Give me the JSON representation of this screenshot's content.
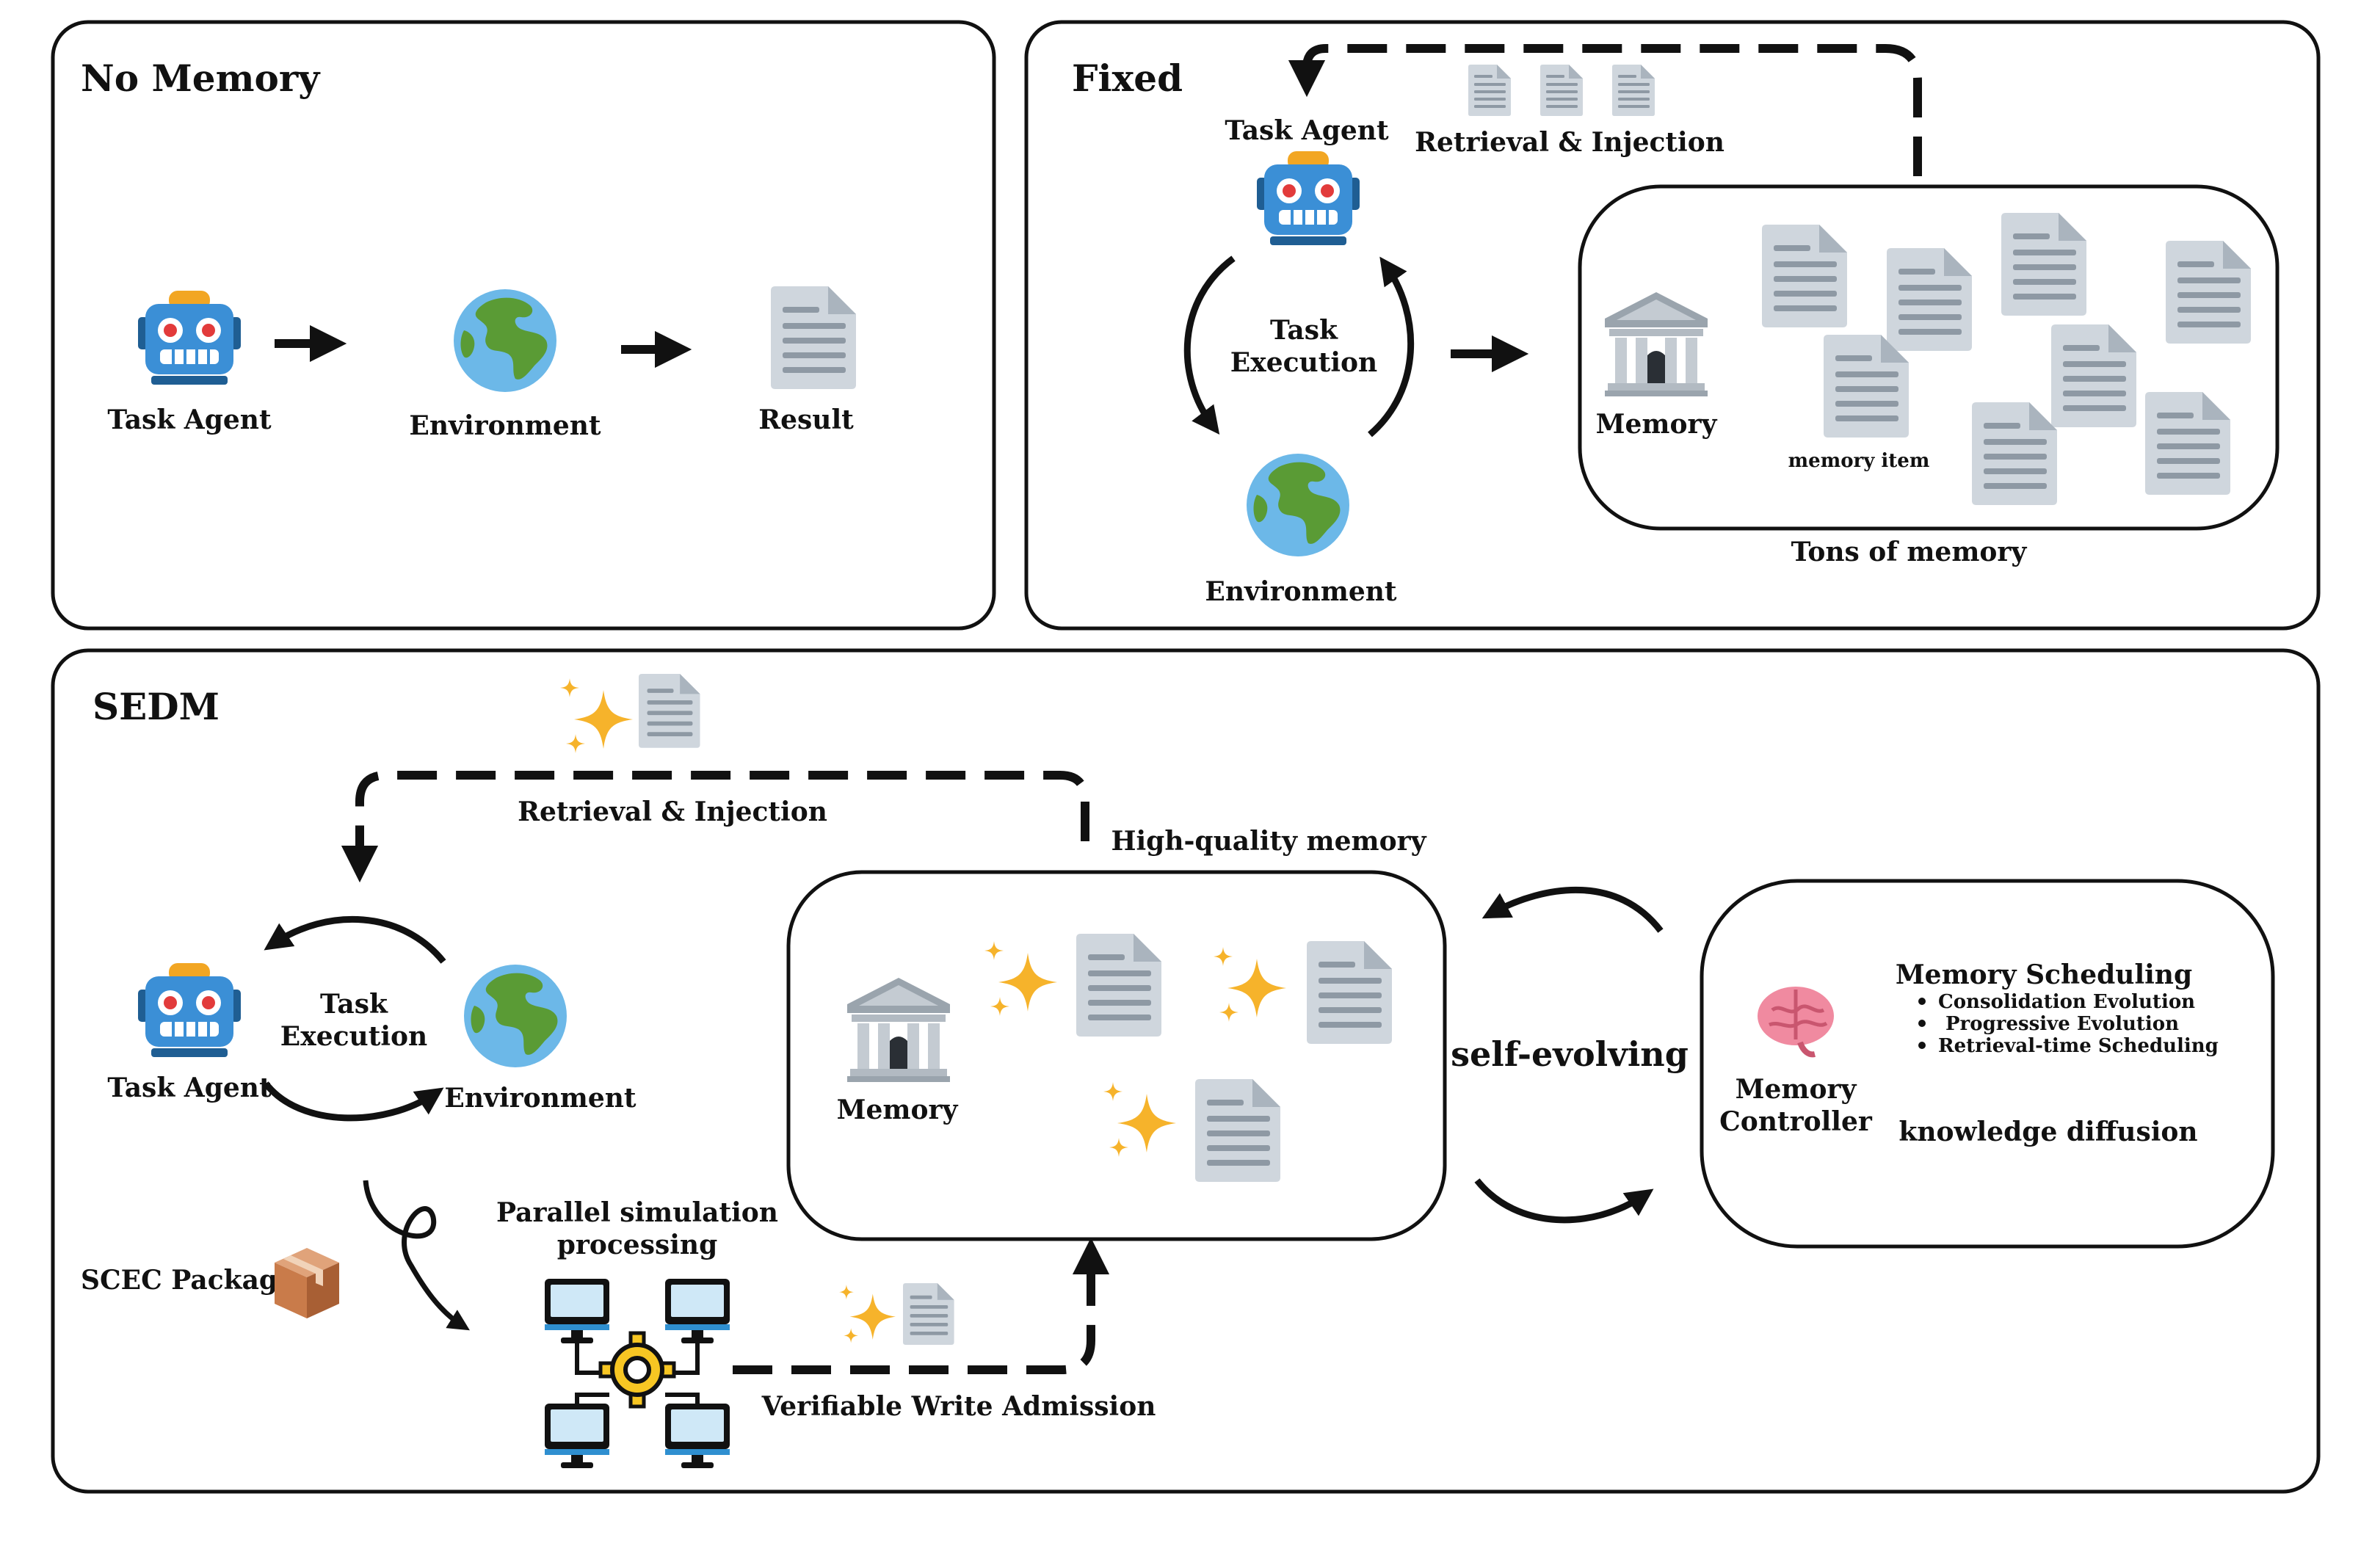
{
  "colors": {
    "frame": "#111111",
    "robot_blue": "#3b8fd6",
    "robot_dark": "#1f5e93",
    "robot_eye": "#e23b3b",
    "robot_antenna": "#f2a623",
    "globe_ocean": "#6cb8e8",
    "globe_land": "#5a9b35",
    "doc": "#cfd6dd",
    "doc_line": "#8e99a4",
    "sparkle": "#f6b32b",
    "bank": "#9aa4ad",
    "brain": "#f08aa0",
    "box": "#c97b4a",
    "monitor": "#111111",
    "monitor_screen": "#cfe8f7",
    "gear": "#f7c623"
  },
  "panels": {
    "no_memory": {
      "title": "No Memory",
      "task_agent": "Task Agent",
      "environment": "Environment",
      "result": "Result"
    },
    "fixed": {
      "title": "Fixed",
      "task_agent": "Task Agent",
      "retrieval": "Retrieval & Injection",
      "task_execution_1": "Task",
      "task_execution_2": "Execution",
      "environment": "Environment",
      "memory": "Memory",
      "memory_item": "memory item",
      "tons": "Tons of memory"
    },
    "sedm": {
      "title": "SEDM",
      "retrieval": "Retrieval & Injection",
      "high_quality": "High-quality memory",
      "task_execution_1": "Task",
      "task_execution_2": "Execution",
      "task_agent": "Task Agent",
      "environment": "Environment",
      "memory": "Memory",
      "self_evolving": "self-evolving",
      "memory_controller_1": "Memory",
      "memory_controller_2": "Controller",
      "scheduling": "Memory Scheduling",
      "bullets": [
        "Consolidation Evolution",
        "Progressive Evolution",
        "Retrieval-time Scheduling"
      ],
      "knowledge_diffusion": "knowledge diffusion",
      "scec": "SCEC Package",
      "parallel_1": "Parallel simulation",
      "parallel_2": "processing",
      "verifiable": "Verifiable Write Admission"
    }
  }
}
